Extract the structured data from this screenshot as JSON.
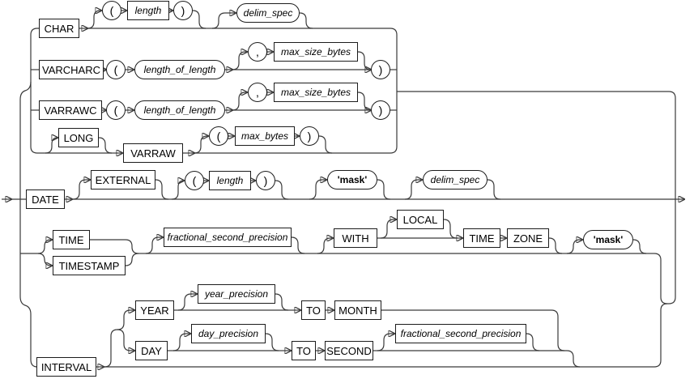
{
  "labels": {
    "char": "CHAR",
    "varcharc": "VARCHARC",
    "varrawc": "VARRAWC",
    "long": "LONG",
    "varraw": "VARRAW",
    "date": "DATE",
    "external": "EXTERNAL",
    "time": "TIME",
    "timestamp": "TIMESTAMP",
    "with": "WITH",
    "local": "LOCAL",
    "zone": "ZONE",
    "interval": "INTERVAL",
    "year": "YEAR",
    "to": "TO",
    "month": "MONTH",
    "day": "DAY",
    "second": "SECOND",
    "length": "length",
    "length_of_length": "length_of_length",
    "max_size_bytes": "max_size_bytes",
    "max_bytes": "max_bytes",
    "delim_spec": "delim_spec",
    "mask": "'mask'",
    "fractional_second_precision": "fractional_second_precision",
    "year_precision": "year_precision",
    "day_precision": "day_precision",
    "paren_open": "(",
    "paren_close": ")",
    "comma": ","
  },
  "colors": {
    "line": "#3a3a3a",
    "box_border": "#1c1c1c",
    "background": "#ffffff",
    "text": "#000000"
  }
}
